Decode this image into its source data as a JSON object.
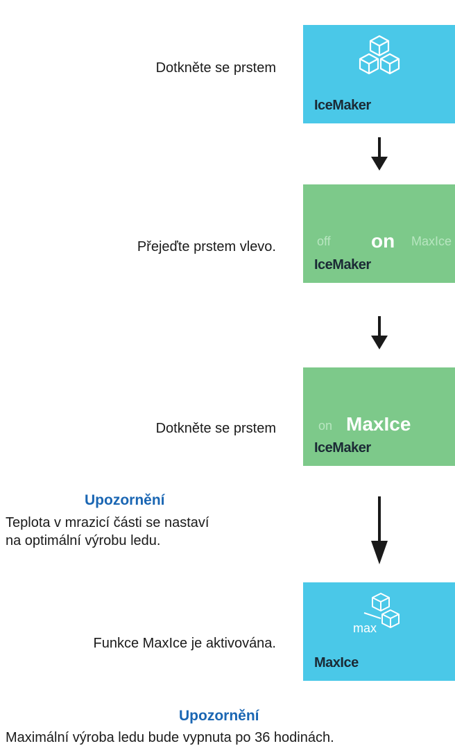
{
  "steps": [
    {
      "instruction": "Dotkněte se prstem",
      "tile_label": "IceMaker"
    },
    {
      "instruction": "Přejeďte prstem vlevo.",
      "tile_label": "IceMaker",
      "options": [
        "off",
        "on",
        "MaxIce"
      ]
    },
    {
      "instruction": "Dotkněte se prstem",
      "tile_label": "IceMaker",
      "options": [
        "on",
        "MaxIce"
      ]
    },
    {
      "instruction": "Funkce MaxIce je aktivována.",
      "tile_label": "MaxIce",
      "icon_text": "max"
    }
  ],
  "note1": {
    "title": "Upozornění",
    "text_line1": "Teplota v mrazicí části se nastaví",
    "text_line2": "na optimální výrobu ledu."
  },
  "note2": {
    "title": "Upozornění",
    "text": "Maximální výroba ledu bude vypnuta po 36 hodinách."
  },
  "colors": {
    "blue_tile": "#4ac8e8",
    "green_tile": "#7dc98a",
    "note_title": "#1a66b3"
  },
  "icons": [
    "ice-cubes-icon",
    "down-arrow-icon",
    "max-ice-icon"
  ]
}
